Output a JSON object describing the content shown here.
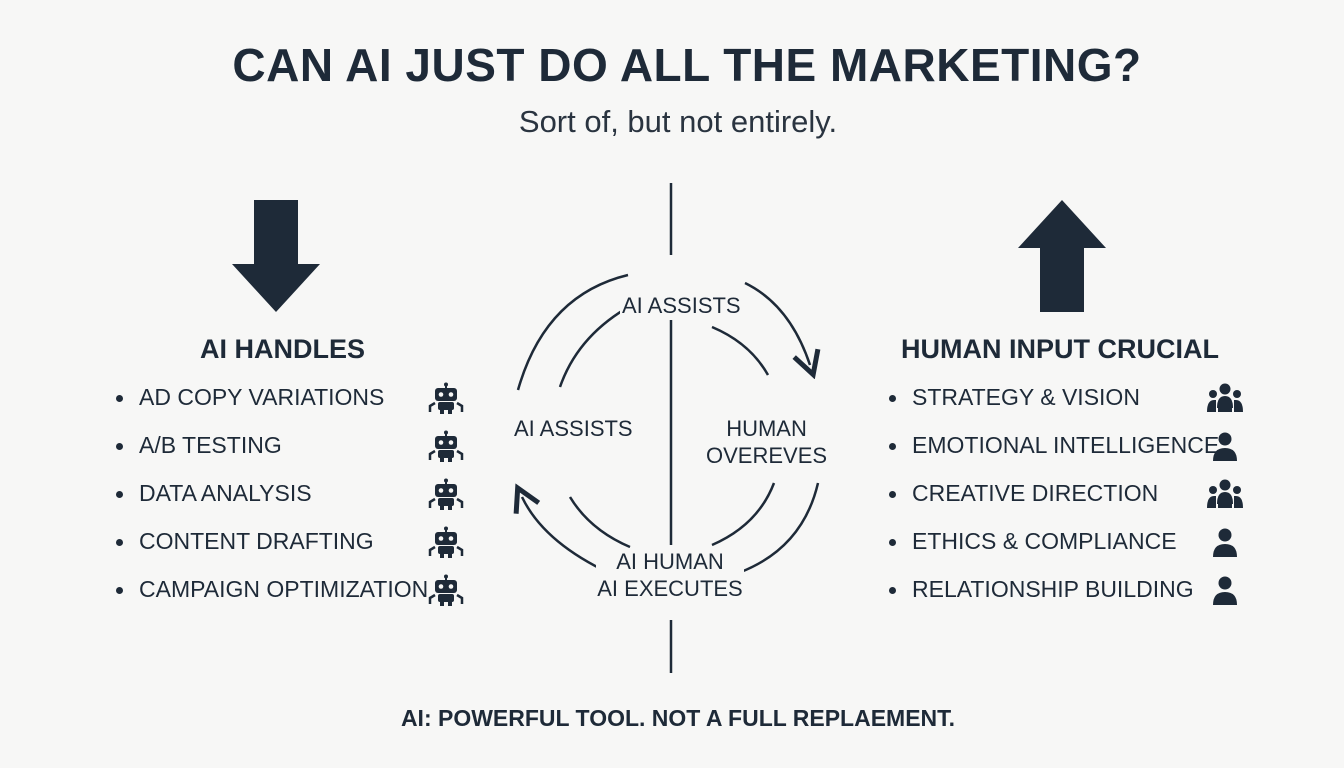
{
  "header": {
    "title": "CAN AI JUST DO ALL THE MARKETING?",
    "subtitle": "Sort of, but not entirely."
  },
  "left": {
    "heading": "AI HANDLES",
    "arrow_icon": "arrow-down-icon",
    "item_icon": "robot-icon",
    "items": [
      {
        "label": "AD COPY VARIATIONS"
      },
      {
        "label": "A/B TESTING"
      },
      {
        "label": "DATA ANALYSIS"
      },
      {
        "label": "CONTENT DRAFTING"
      },
      {
        "label": "CAMPAIGN OPTIMIZATION"
      }
    ]
  },
  "right": {
    "heading": "HUMAN INPUT CRUCIAL",
    "arrow_icon": "arrow-up-icon",
    "items": [
      {
        "label": "STRATEGY & VISION",
        "icon": "team-icon"
      },
      {
        "label": "EMOTIONAL INTELLIGENCE",
        "icon": "person-icon"
      },
      {
        "label": "CREATIVE DIRECTION",
        "icon": "team-icon"
      },
      {
        "label": "ETHICS & COMPLIANCE",
        "icon": "person-icon"
      },
      {
        "label": "RELATIONSHIP BUILDING",
        "icon": "person-icon"
      }
    ]
  },
  "cycle": {
    "top_label": "AI ASSISTS",
    "left_label": "AI ASSISTS",
    "right_label_line1": "HUMAN",
    "right_label_line2": "OVEREVES",
    "bottom_label_line1": "AI HUMAN",
    "bottom_label_line2": "AI EXECUTES"
  },
  "footer": {
    "text": "AI: POWERFUL TOOL. NOT A FULL REPLAEMENT."
  },
  "colors": {
    "ink": "#1e2a38",
    "background": "#f7f7f6"
  }
}
